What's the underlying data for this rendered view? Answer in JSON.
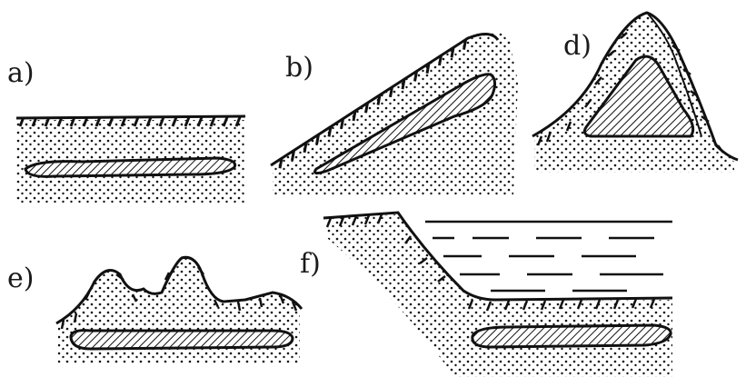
{
  "panels": [
    {
      "id": "a",
      "label": "a)"
    },
    {
      "id": "b",
      "label": "b)"
    },
    {
      "id": "d",
      "label": "d)"
    },
    {
      "id": "e",
      "label": "e)"
    },
    {
      "id": "f",
      "label": "f)"
    }
  ]
}
